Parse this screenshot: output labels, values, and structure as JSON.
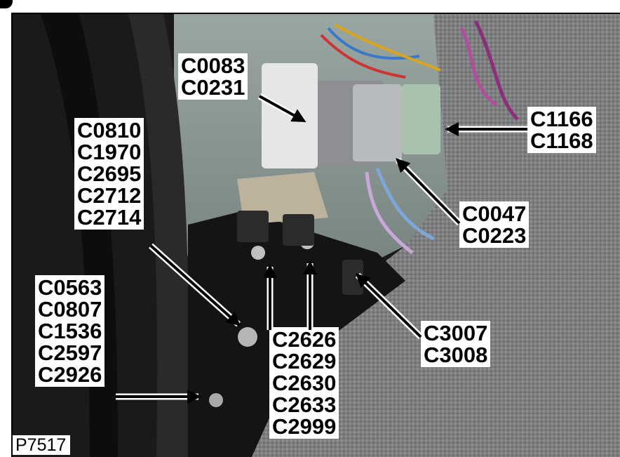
{
  "figure_ref": "P7517",
  "callouts": [
    {
      "id": "top-left",
      "codes": [
        "C0083",
        "C0231"
      ]
    },
    {
      "id": "right-top",
      "codes": [
        "C1166",
        "C1168"
      ]
    },
    {
      "id": "left-mid",
      "codes": [
        "C0810",
        "C1970",
        "C2695",
        "C2712",
        "C2714"
      ]
    },
    {
      "id": "right-mid",
      "codes": [
        "C0047",
        "C0223"
      ]
    },
    {
      "id": "left-bottom",
      "codes": [
        "C0563",
        "C0807",
        "C1536",
        "C2597",
        "C2926"
      ]
    },
    {
      "id": "right-bottom",
      "codes": [
        "C3007",
        "C3008"
      ]
    },
    {
      "id": "center-bottom",
      "codes": [
        "C2626",
        "C2629",
        "C2630",
        "C2633",
        "C2999"
      ]
    }
  ]
}
